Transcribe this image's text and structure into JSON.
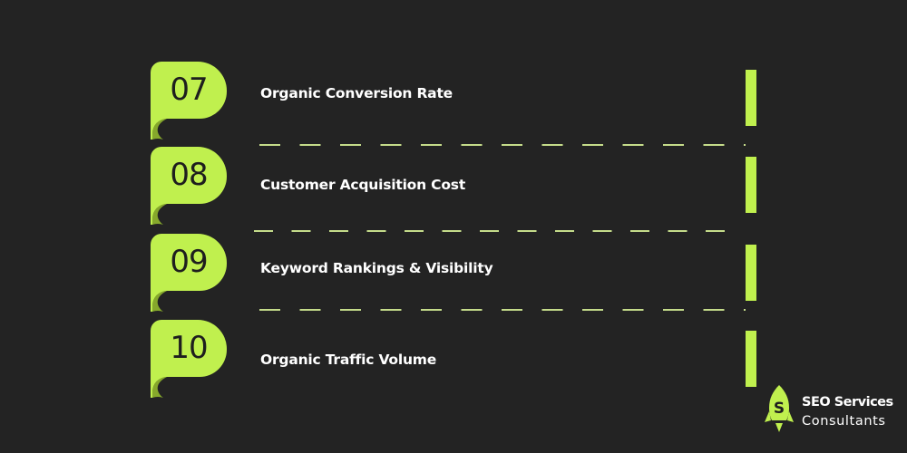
{
  "colors": {
    "background": "#232323",
    "accent": "#c0f04e",
    "accent_dark": "#86a82c",
    "text": "#ffffff",
    "badge_text": "#1e1e1e"
  },
  "items": [
    {
      "number": "07",
      "label": "Organic Conversion Rate"
    },
    {
      "number": "08",
      "label": "Customer Acquisition Cost"
    },
    {
      "number": "09",
      "label": "Keyword Rankings & Visibility"
    },
    {
      "number": "10",
      "label": "Organic Traffic Volume"
    }
  ],
  "logo": {
    "icon": "rocket-s-icon",
    "icon_letter": "S",
    "line1": "SEO Services",
    "line2": "Consultants"
  }
}
